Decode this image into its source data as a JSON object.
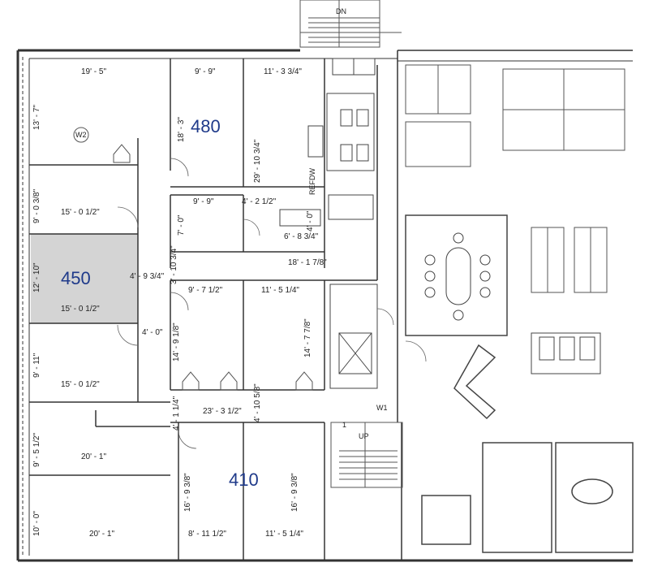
{
  "rooms": {
    "r480": "480",
    "r450": "450",
    "r410": "410"
  },
  "labels": {
    "dn": "DN",
    "up": "UP",
    "w1": "W1",
    "w2": "W2",
    "refdw": "REFDW",
    "one": "1"
  },
  "dims": [
    "19' - 5\"",
    "9' - 9\"",
    "11' - 3 3/4\"",
    "13' - 7\"",
    "18' - 3\"",
    "29' - 10 3/4\"",
    "9' - 0 3/8\"",
    "15' - 0 1/2\"",
    "9' - 9\"",
    "4' - 2 1/2\"",
    "7' - 0\"",
    "4' - 0\"",
    "6' - 8 3/4\"",
    "18' - 1 7/8\"",
    "12' - 10\"",
    "4' - 9 3/4\"",
    "3' - 10 3/4\"",
    "9' - 7 1/2\"",
    "11' - 5 1/4\"",
    "15' - 0 1/2\"",
    "4' - 0\"",
    "14' - 9 1/8\"",
    "14' - 7 7/8\"",
    "9' - 11\"",
    "15' - 0 1/2\"",
    "4' - 10 5/8\"",
    "4' - 1 1/4\"",
    "23' - 3 1/2\"",
    "9' - 5 1/2\"",
    "20' - 1\"",
    "16' - 9 3/8\"",
    "16' - 9 3/8\"",
    "10' - 0\"",
    "20' - 1\"",
    "8' - 11 1/2\"",
    "11' - 5 1/4\""
  ],
  "colors": {
    "room_label": "#1f3a8a",
    "highlight": "#d4d4d4",
    "wall": "#333333",
    "line": "#555555"
  }
}
